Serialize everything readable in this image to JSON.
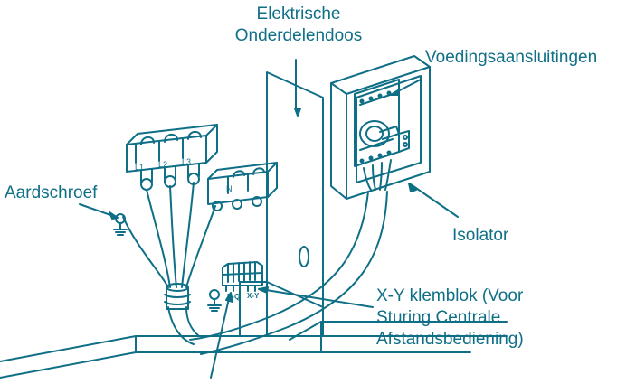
{
  "labels": {
    "component_box_line1": "Elektrische",
    "component_box_line2": "Onderdelendoos",
    "power_connections": "Voedingsaansluitingen",
    "earth_screw": "Aardschroef",
    "isolator": "Isolator",
    "xy_block_line1": "X-Y klemblok (Voor",
    "xy_block_line2": "Sturing Centrale",
    "xy_block_line3": "Afstandsbediening)"
  },
  "terminals": {
    "l1": "L1",
    "l2": "L2",
    "l3": "L3",
    "n": "N",
    "pq": "P-Q",
    "xy": "X-Y"
  },
  "colors": {
    "ink": "#0f6f86",
    "background": "#ffffff"
  }
}
